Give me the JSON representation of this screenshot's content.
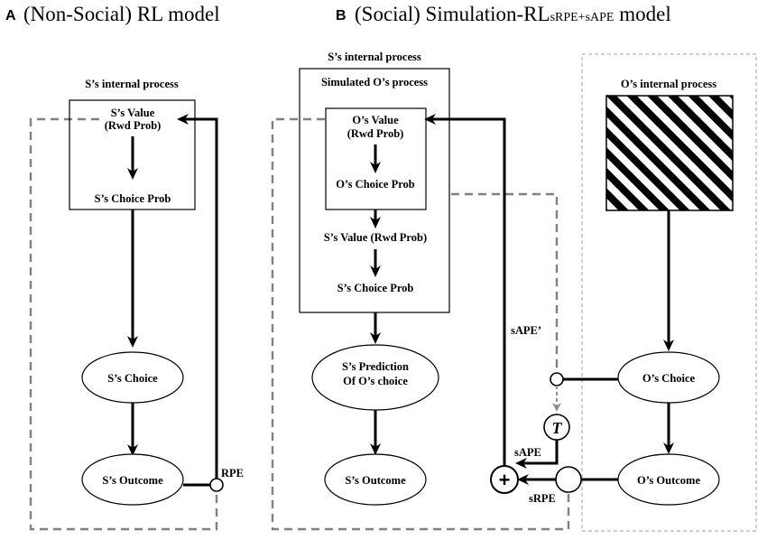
{
  "panel_a": {
    "letter": "A",
    "title": "(Non-Social) RL model",
    "internal_label": "S’s internal process",
    "value_line1": "S’s Value",
    "value_line2": "(Rwd Prob)",
    "choice_prob": "S’s Choice Prob",
    "choice": "S’s Choice",
    "outcome": "S’s Outcome",
    "rpe": "RPE"
  },
  "panel_b": {
    "letter": "B",
    "title_main": "(Social) Simulation-RL",
    "title_sub": "sRPE+sAPE",
    "title_end": " model",
    "s_internal_label": "S’s internal process",
    "simulated_label": "Simulated O’s process",
    "o_value_line1": "O’s Value",
    "o_value_line2": "(Rwd Prob)",
    "o_choice_prob": "O’s Choice Prob",
    "s_value": "S’s Value (Rwd Prob)",
    "s_choice_prob": "S’s Choice Prob",
    "prediction_line1": "S’s Prediction",
    "prediction_line2": "Of O’s choice",
    "s_outcome": "S’s Outcome",
    "o_internal_label": "O’s internal process",
    "o_choice": "O’s Choice",
    "o_outcome": "O’s Outcome",
    "sape_prime": "sAPE’",
    "sape": "sAPE",
    "srpe": "sRPE",
    "t_symbol": "T",
    "plus_symbol": "+"
  }
}
